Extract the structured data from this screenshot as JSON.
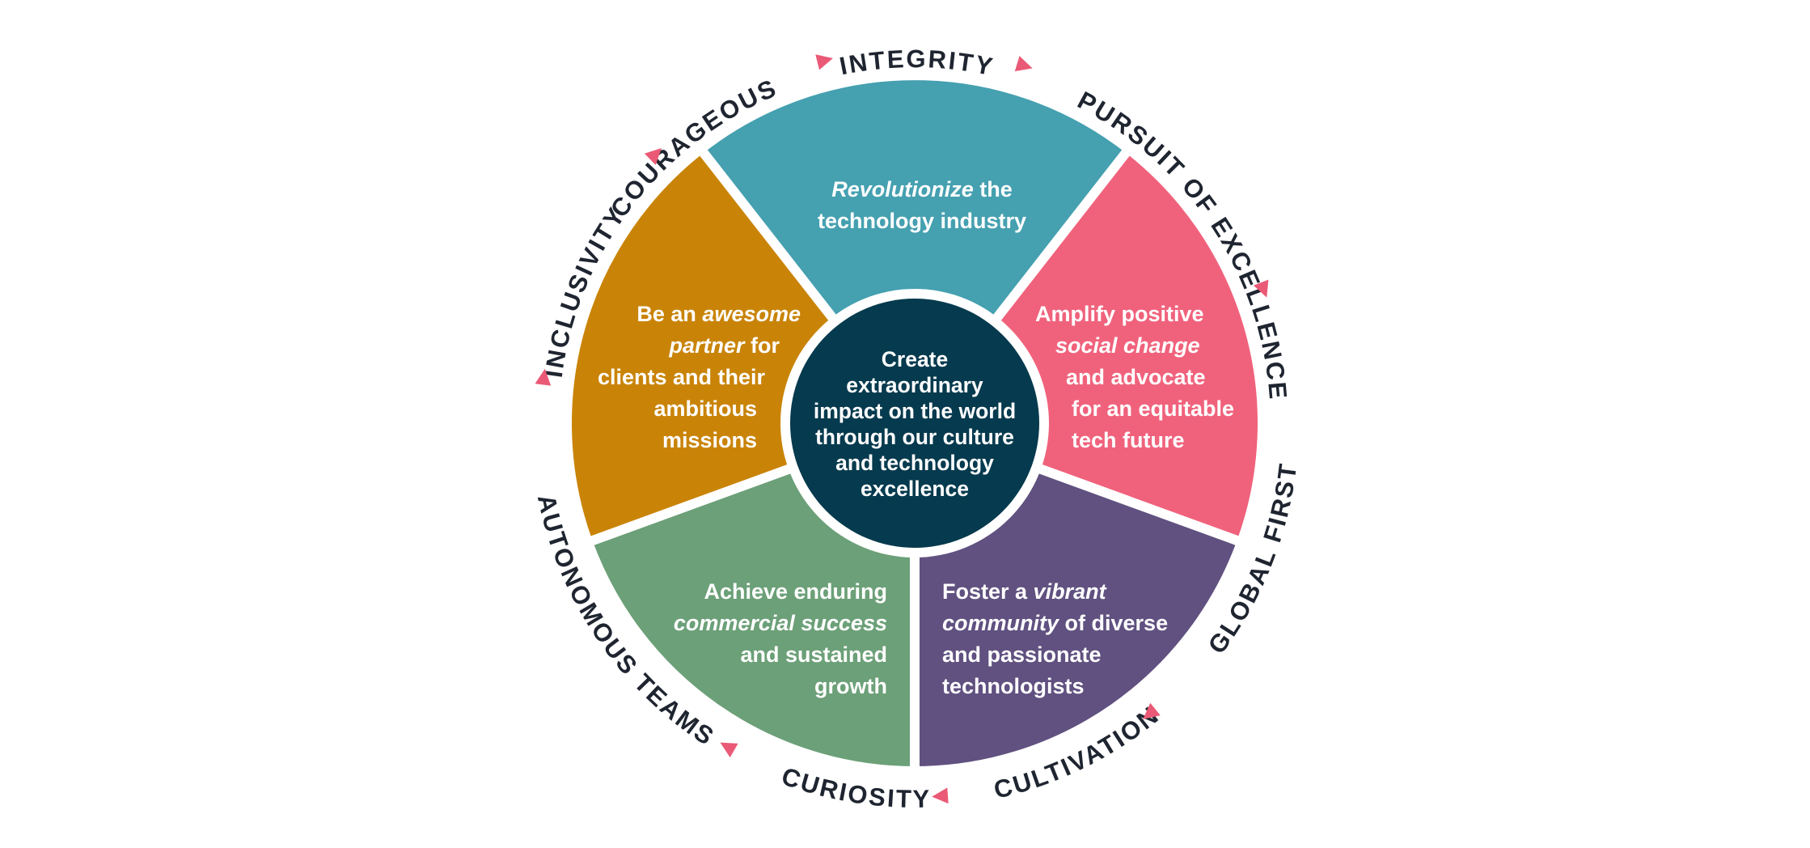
{
  "colors": {
    "top": "#45a0b0",
    "right": "#f0627c",
    "bottom_right": "#605180",
    "bottom_left": "#6ca078",
    "left": "#c98408",
    "center": "#063a4e",
    "arrow": "#ea5a76",
    "label": "#1f2530",
    "gap": "#ffffff"
  },
  "center": {
    "lines": [
      "Create",
      "extraordinary",
      "impact on the world",
      "through our culture",
      "and technology",
      "excellence"
    ]
  },
  "segments": {
    "top": {
      "line1_em": "Revolutionize",
      "line1_rest": " the",
      "line2": "technology industry"
    },
    "right": {
      "line1": "Amplify positive",
      "line2_em": "social change",
      "line3": "and advocate",
      "line4": "for an equitable",
      "line5": "tech future"
    },
    "bottom_right": {
      "line1_pre": "Foster a ",
      "line1_em": "vibrant",
      "line2_em": "community",
      "line2_rest": " of diverse",
      "line3": "and passionate",
      "line4": "technologists"
    },
    "bottom_left": {
      "line1": "Achieve enduring",
      "line2_em": "commercial success",
      "line3": "and sustained",
      "line4": "growth"
    },
    "left": {
      "line1_pre": "Be an ",
      "line1_em": "awesome",
      "line2_em": "partner",
      "line2_rest": " for",
      "line3": "clients and their",
      "line4": "ambitious",
      "line5": "missions"
    }
  },
  "values": {
    "integrity": "INTEGRITY",
    "pursuit_of_excellence": "PURSUIT OF EXCELLENCE",
    "global_first": "GLOBAL FIRST",
    "cultivation": "CULTIVATION",
    "curiosity": "CURIOSITY",
    "autonomous_teams": "AUTONOMOUS TEAMS",
    "inclusivity": "INCLUSIVITY",
    "courageous": "COURAGEOUS"
  },
  "icons": {
    "arrow": "triangle-arrow-icon"
  }
}
